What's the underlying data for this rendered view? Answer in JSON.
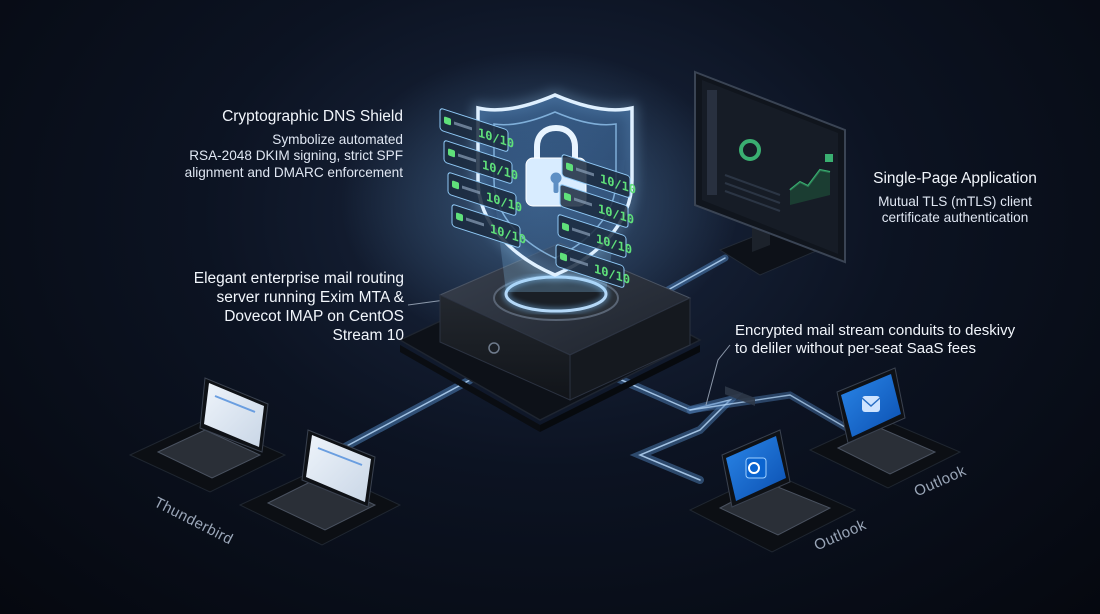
{
  "annotations": {
    "dns_shield": {
      "title": "Cryptographic DNS Shield",
      "lines": [
        "Symbolize automated",
        "RSA-2048 DKIM signing, strict SPF",
        "alignment and DMARC enforcement"
      ]
    },
    "spa": {
      "title": "Single-Page Application",
      "lines": [
        "Mutual TLS (mTLS) client",
        "certificate authentication"
      ]
    },
    "server": {
      "lines": [
        "Elegant enterprise mail routing",
        "server running Exim MTA &",
        "Dovecot IMAP on CentOS",
        "Stream 10"
      ]
    },
    "conduits": {
      "lines": [
        "Encrypted mail stream conduits to deskivy",
        "to deliler without per-seat SaaS fees"
      ]
    }
  },
  "score_cards": {
    "left": [
      "10/10",
      "10/10",
      "10/10",
      "10/10"
    ],
    "right": [
      "10/10",
      "10/10",
      "10/10",
      "10/10"
    ]
  },
  "clients": {
    "thunderbird": "Thunderbird",
    "outlook_a": "Outlook",
    "outlook_b": "Outlook"
  },
  "colors": {
    "accent_blue": "#6fb8ff",
    "score_green": "#5fe07a",
    "shield_glow": "#9fd4ff"
  },
  "icons": {
    "shield": "shield-icon",
    "lock": "lock-icon",
    "outlook": "outlook-logo-icon",
    "thunderbird": "thunderbird-logo-icon"
  }
}
